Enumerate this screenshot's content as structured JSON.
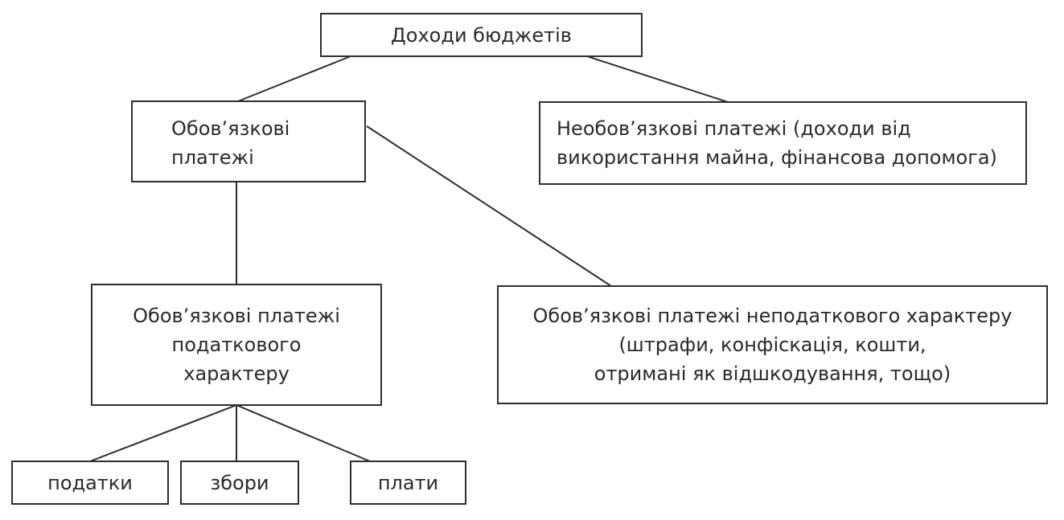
{
  "diagram": {
    "root": {
      "label": "Доходи бюджетів"
    },
    "mandatory": {
      "lines": [
        "Обов’язкові",
        "платежі"
      ]
    },
    "voluntary": {
      "lines": [
        "Необов’язкові платежі (доходи від",
        "використання майна, фінансова допомога)"
      ]
    },
    "tax": {
      "lines": [
        "Обов’язкові платежі",
        "податкового",
        "характеру"
      ]
    },
    "nontax": {
      "lines": [
        "Обов’язкові платежі неподаткового характеру",
        "(штрафи, конфіскація, кошти,",
        "отримані як відшкодування, тощо)"
      ]
    },
    "leaves": [
      {
        "label": "податки"
      },
      {
        "label": "збори"
      },
      {
        "label": "плати"
      }
    ]
  }
}
